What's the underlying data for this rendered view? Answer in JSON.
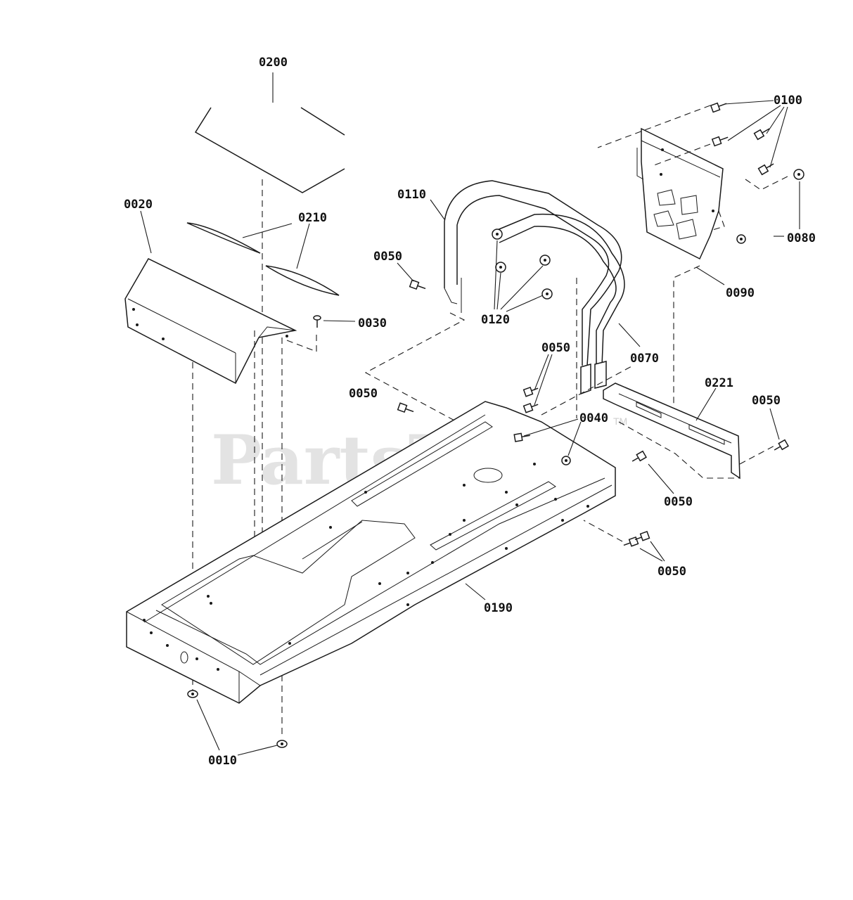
{
  "watermark": {
    "text": "PartsTree",
    "trademark": "TM"
  },
  "parts": [
    {
      "id": "p0200",
      "label": "0200"
    },
    {
      "id": "p0100",
      "label": "0100"
    },
    {
      "id": "p0110",
      "label": "0110"
    },
    {
      "id": "p0020",
      "label": "0020"
    },
    {
      "id": "p0210",
      "label": "0210"
    },
    {
      "id": "p0080",
      "label": "0080"
    },
    {
      "id": "p0050a",
      "label": "0050"
    },
    {
      "id": "p0090",
      "label": "0090"
    },
    {
      "id": "p0120",
      "label": "0120"
    },
    {
      "id": "p0030",
      "label": "0030"
    },
    {
      "id": "p0050b",
      "label": "0050"
    },
    {
      "id": "p0070",
      "label": "0070"
    },
    {
      "id": "p0221",
      "label": "0221"
    },
    {
      "id": "p0050c",
      "label": "0050"
    },
    {
      "id": "p0050d",
      "label": "0050"
    },
    {
      "id": "p0040",
      "label": "0040"
    },
    {
      "id": "p0050e",
      "label": "0050"
    },
    {
      "id": "p0050f",
      "label": "0050"
    },
    {
      "id": "p0190",
      "label": "0190"
    },
    {
      "id": "p0010",
      "label": "0010"
    }
  ]
}
